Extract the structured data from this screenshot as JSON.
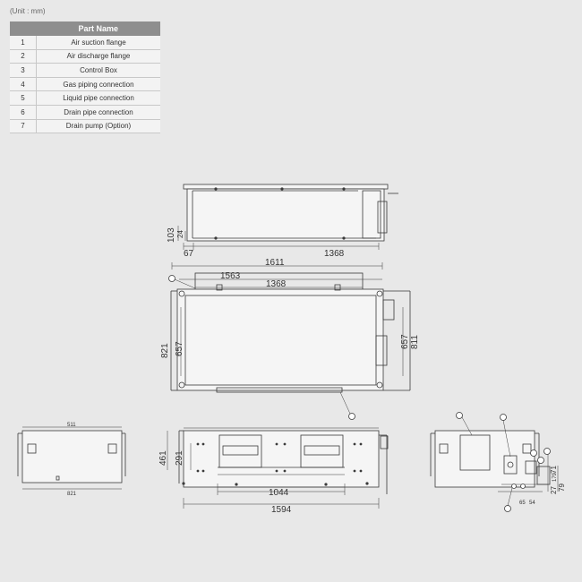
{
  "unit_label": "(Unit : mm)",
  "parts_table": {
    "header_no": "",
    "header_name": "Part Name",
    "rows": [
      {
        "no": "1",
        "name": "Air suction flange"
      },
      {
        "no": "2",
        "name": "Air discharge flange"
      },
      {
        "no": "3",
        "name": "Control Box"
      },
      {
        "no": "4",
        "name": "Gas piping connection"
      },
      {
        "no": "5",
        "name": "Liquid pipe connection"
      },
      {
        "no": "6",
        "name": "Drain pipe connection"
      },
      {
        "no": "7",
        "name": "Drain pump (Option)"
      }
    ]
  },
  "top_view": {
    "height": "103",
    "inner": "24",
    "left": "67",
    "length": "1368"
  },
  "plan_view": {
    "overall": "1611",
    "inner_top": "1563",
    "flange": "1368",
    "depth_left": "821",
    "depth_left_inner": "657",
    "depth_right_inner": "657",
    "depth_right": "811"
  },
  "front_view": {
    "height": "461",
    "inner_height": "291",
    "fan_span": "1044",
    "overall": "1594"
  },
  "side_left_view": {
    "bottom": "821",
    "top": "511"
  },
  "side_right_view": {
    "d1": "179",
    "d2": "71",
    "d3": "79",
    "d4": "27",
    "d5": "65",
    "d6": "54"
  }
}
